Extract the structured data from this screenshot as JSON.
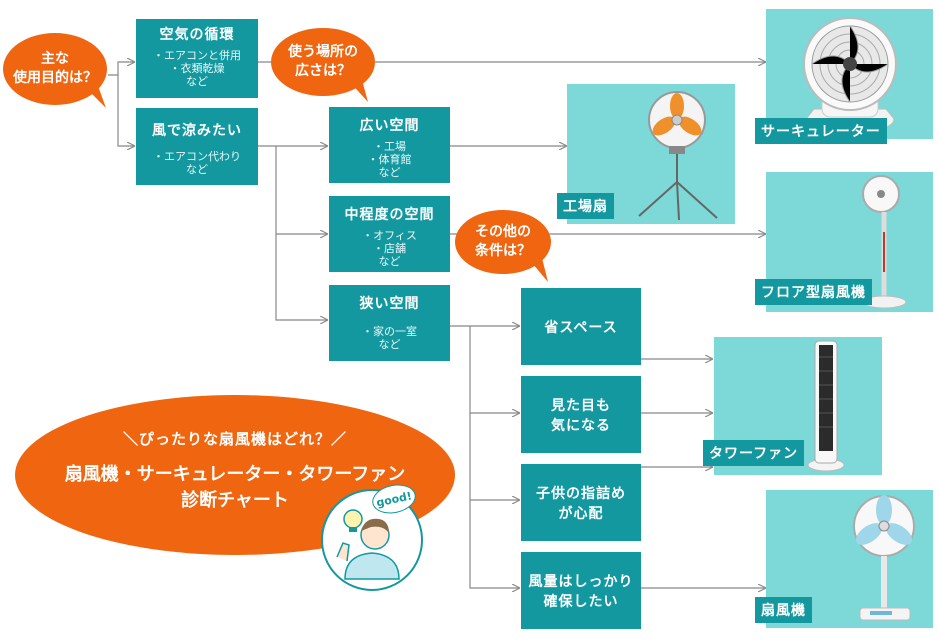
{
  "start_question": [
    "主な",
    "使用目的は？"
  ],
  "purpose": {
    "circulation": {
      "title": "空気の循環",
      "sub": [
        "・エアコンと併用",
        "・衣類乾燥",
        "など"
      ]
    },
    "cooling": {
      "title": "風で涼みたい",
      "sub": [
        "・エアコン代わり",
        "など"
      ]
    }
  },
  "space_question": [
    "使う場所の",
    "広さは？"
  ],
  "space": {
    "wide": {
      "title": "広い空間",
      "sub": [
        "・工場",
        "・体育館",
        "など"
      ]
    },
    "medium": {
      "title": "中程度の空間",
      "sub": [
        "・オフィス",
        "・店舗",
        "など"
      ]
    },
    "narrow": {
      "title": "狭い空間",
      "sub": [
        "・家の一室",
        "など"
      ]
    }
  },
  "other_question": [
    "その他の",
    "条件は？"
  ],
  "conditions": [
    {
      "lines": [
        "省スペース"
      ]
    },
    {
      "lines": [
        "見た目も",
        "気になる"
      ]
    },
    {
      "lines": [
        "子供の指詰め",
        "が心配"
      ]
    },
    {
      "lines": [
        "風量はしっかり",
        "確保したい"
      ]
    }
  ],
  "products": {
    "circulator": "サーキュレーター",
    "factory_fan": "工場扇",
    "floor_fan": "フロア型扇風機",
    "tower_fan": "タワーファン",
    "electric_fan": "扇風機"
  },
  "title_block": {
    "subtitle": "＼ぴったりな扇風機はどれ？／",
    "title_line1": "扇風機・サーキュレーター・タワーファン",
    "title_line2": "診断チャート",
    "good_badge": "good!"
  },
  "colors": {
    "teal": "#1498a0",
    "orange": "#f0650f",
    "light_teal": "#7dd8d8",
    "line": "#888888"
  }
}
